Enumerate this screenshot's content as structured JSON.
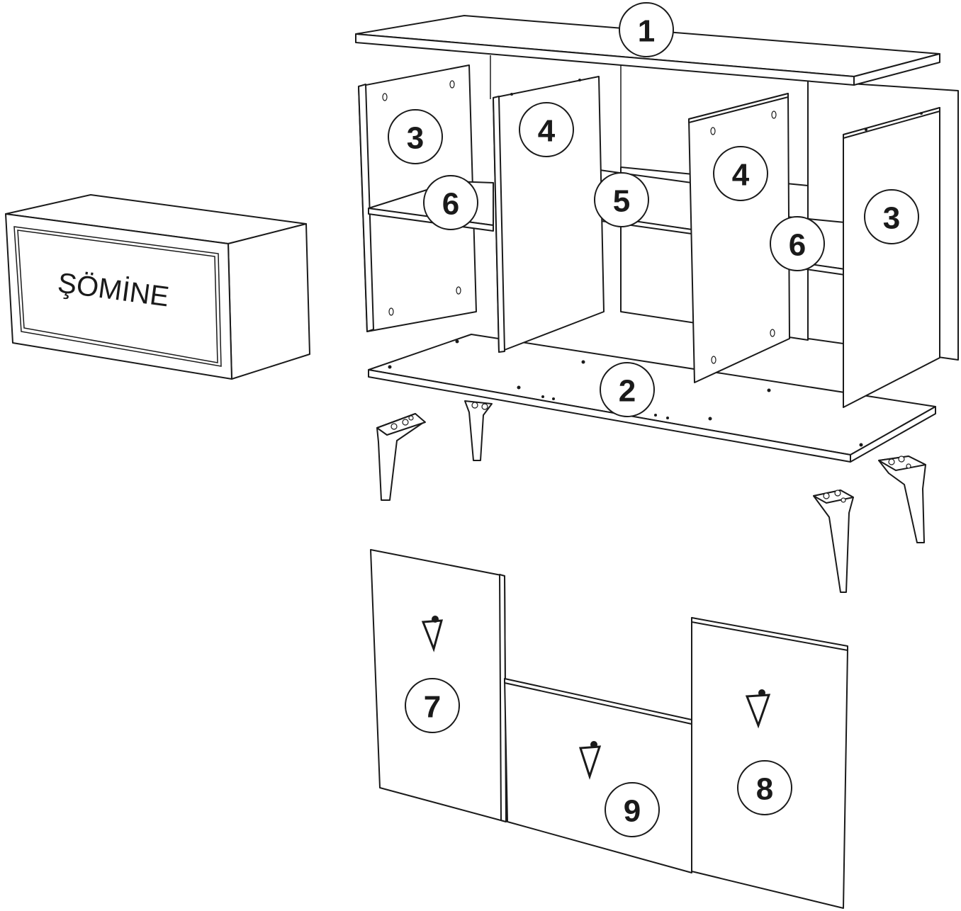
{
  "box": {
    "label": "ŞÖMİNE"
  },
  "callouts": {
    "top_panel": "1",
    "bottom_panel": "2",
    "left_side": "3",
    "right_side": "3",
    "left_divider": "4",
    "right_divider": "4",
    "middle_shelf": "5",
    "left_shelf": "6",
    "right_shelf": "6",
    "door_left": "7",
    "door_right": "8",
    "door_middle": "9"
  },
  "colors": {
    "line": "#1a1a1a",
    "fill": "#ffffff"
  }
}
